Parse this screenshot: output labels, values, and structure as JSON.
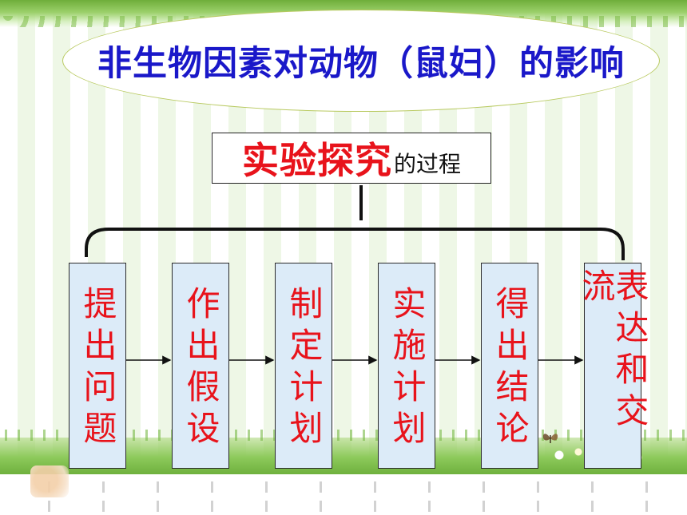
{
  "slide": {
    "title": "非生物因素对动物（鼠妇）的影响",
    "subtitle_main": "实验探究",
    "subtitle_suffix": "的过程",
    "steps": [
      {
        "label": "提出问题"
      },
      {
        "label": "作出假设"
      },
      {
        "label": "制定计划"
      },
      {
        "label": "实施计划"
      },
      {
        "label": "得出结论"
      },
      {
        "label": "表达和交流"
      }
    ]
  },
  "colors": {
    "title": "#1a18c9",
    "emphasis": "#e8131b",
    "step_fill": "#dcebf8"
  }
}
